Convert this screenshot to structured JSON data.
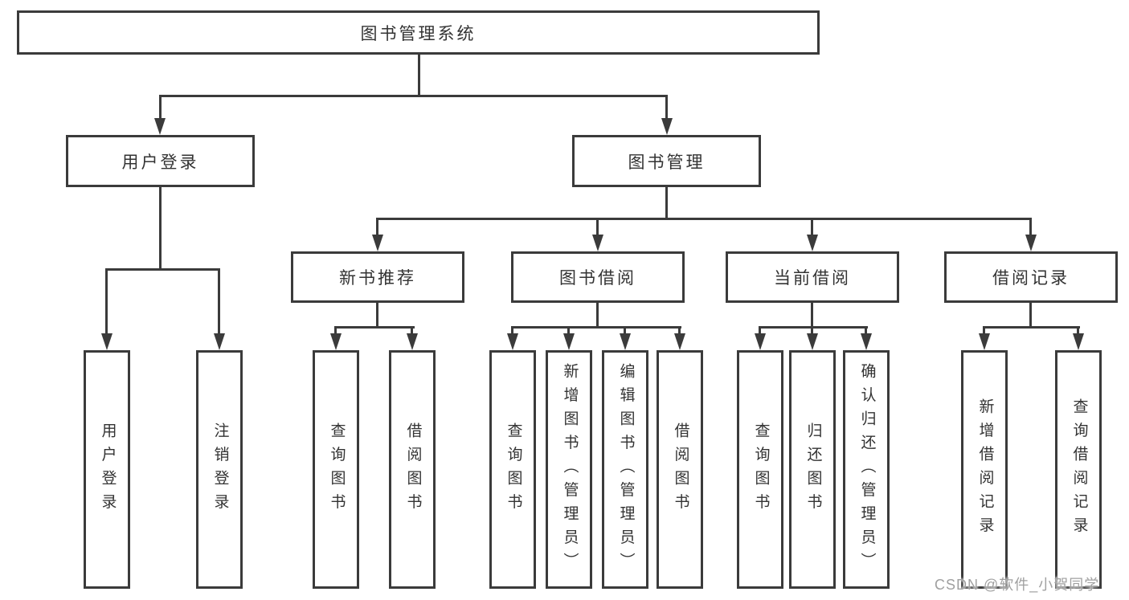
{
  "diagram": {
    "root": {
      "label": "图书管理系统"
    },
    "user_login": {
      "label": "用户登录",
      "children": [
        "用户登录",
        "注销登录"
      ]
    },
    "book_management": {
      "label": "图书管理"
    },
    "new_book_recommend": {
      "label": "新书推荐",
      "children": [
        "查询图书",
        "借阅图书"
      ]
    },
    "book_borrowing": {
      "label": "图书借阅",
      "children": [
        "查询图书",
        "新增图书（管理员）",
        "编辑图书（管理员）",
        "借阅图书"
      ]
    },
    "current_borrowing": {
      "label": "当前借阅",
      "children": [
        "查询图书",
        "归还图书",
        "确认归还（管理员）"
      ]
    },
    "borrowing_records": {
      "label": "借阅记录",
      "children": [
        "新增借阅记录",
        "查询借阅记录"
      ]
    },
    "watermark": "CSDN @软件_小贺同学",
    "colors": {
      "line": "#3b3b3b",
      "text": "#333333",
      "watermark": "#a0a0a0",
      "background": "#ffffff"
    }
  }
}
